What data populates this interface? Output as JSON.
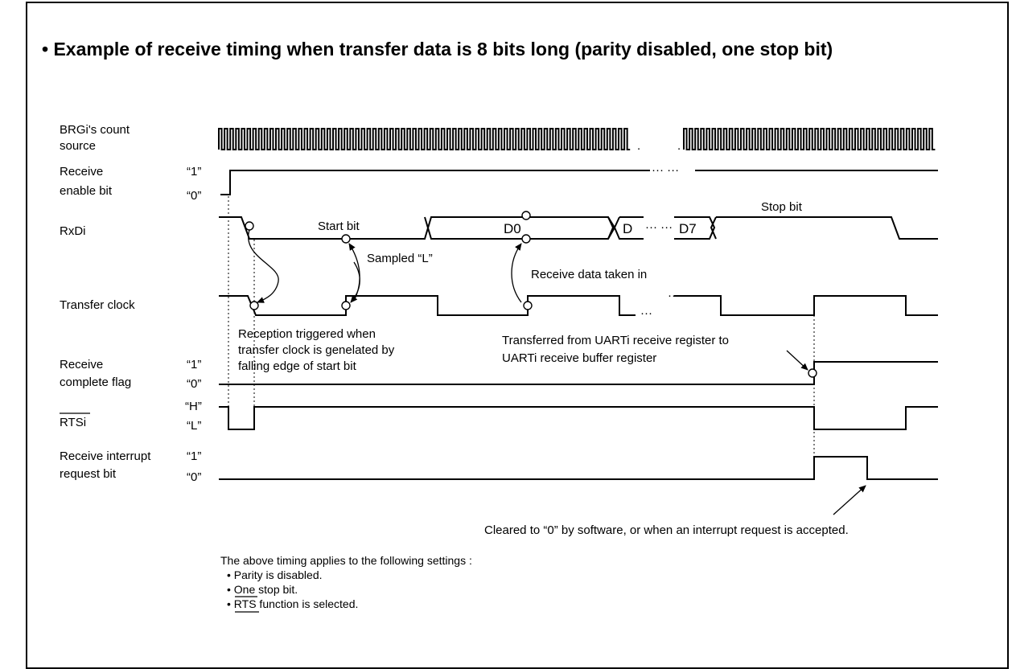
{
  "title": "• Example of receive timing when transfer data is 8 bits long (parity disabled, one stop bit)",
  "signals": {
    "brg_line1": "BRGi's count",
    "brg_line2": "source",
    "re_line1": "Receive",
    "re_line2": "enable bit",
    "rxdi": "RxDi",
    "tclk": "Transfer clock",
    "rcf_line1": "Receive",
    "rcf_line2": "complete flag",
    "rts": "RTSi",
    "rir_line1": "Receive interrupt",
    "rir_line2": "request bit"
  },
  "levels": {
    "one": "“1”",
    "zero": "“0”",
    "high": "“H”",
    "low": "“L”"
  },
  "data_labels": {
    "d0": "D0",
    "d1": "D",
    "d7": "D7",
    "start_bit": "Start bit",
    "stop_bit": "Stop bit"
  },
  "annotations": {
    "sampled_l": "Sampled “L”",
    "receive_data_taken": "Receive data taken in",
    "reception_triggered_1": "Reception triggered when",
    "reception_triggered_2": "transfer clock is genelated by",
    "reception_triggered_3": "falling edge of start bit",
    "transferred_1": "Transferred from UARTi receive register to",
    "transferred_2": "UARTi receive buffer register",
    "cleared": "Cleared to “0” by software, or when an interrupt request is accepted."
  },
  "settings_note": {
    "header": "The above timing applies to the following settings :",
    "items": [
      "• Parity is disabled.",
      "• One stop bit.",
      "• RTS function is selected."
    ]
  }
}
